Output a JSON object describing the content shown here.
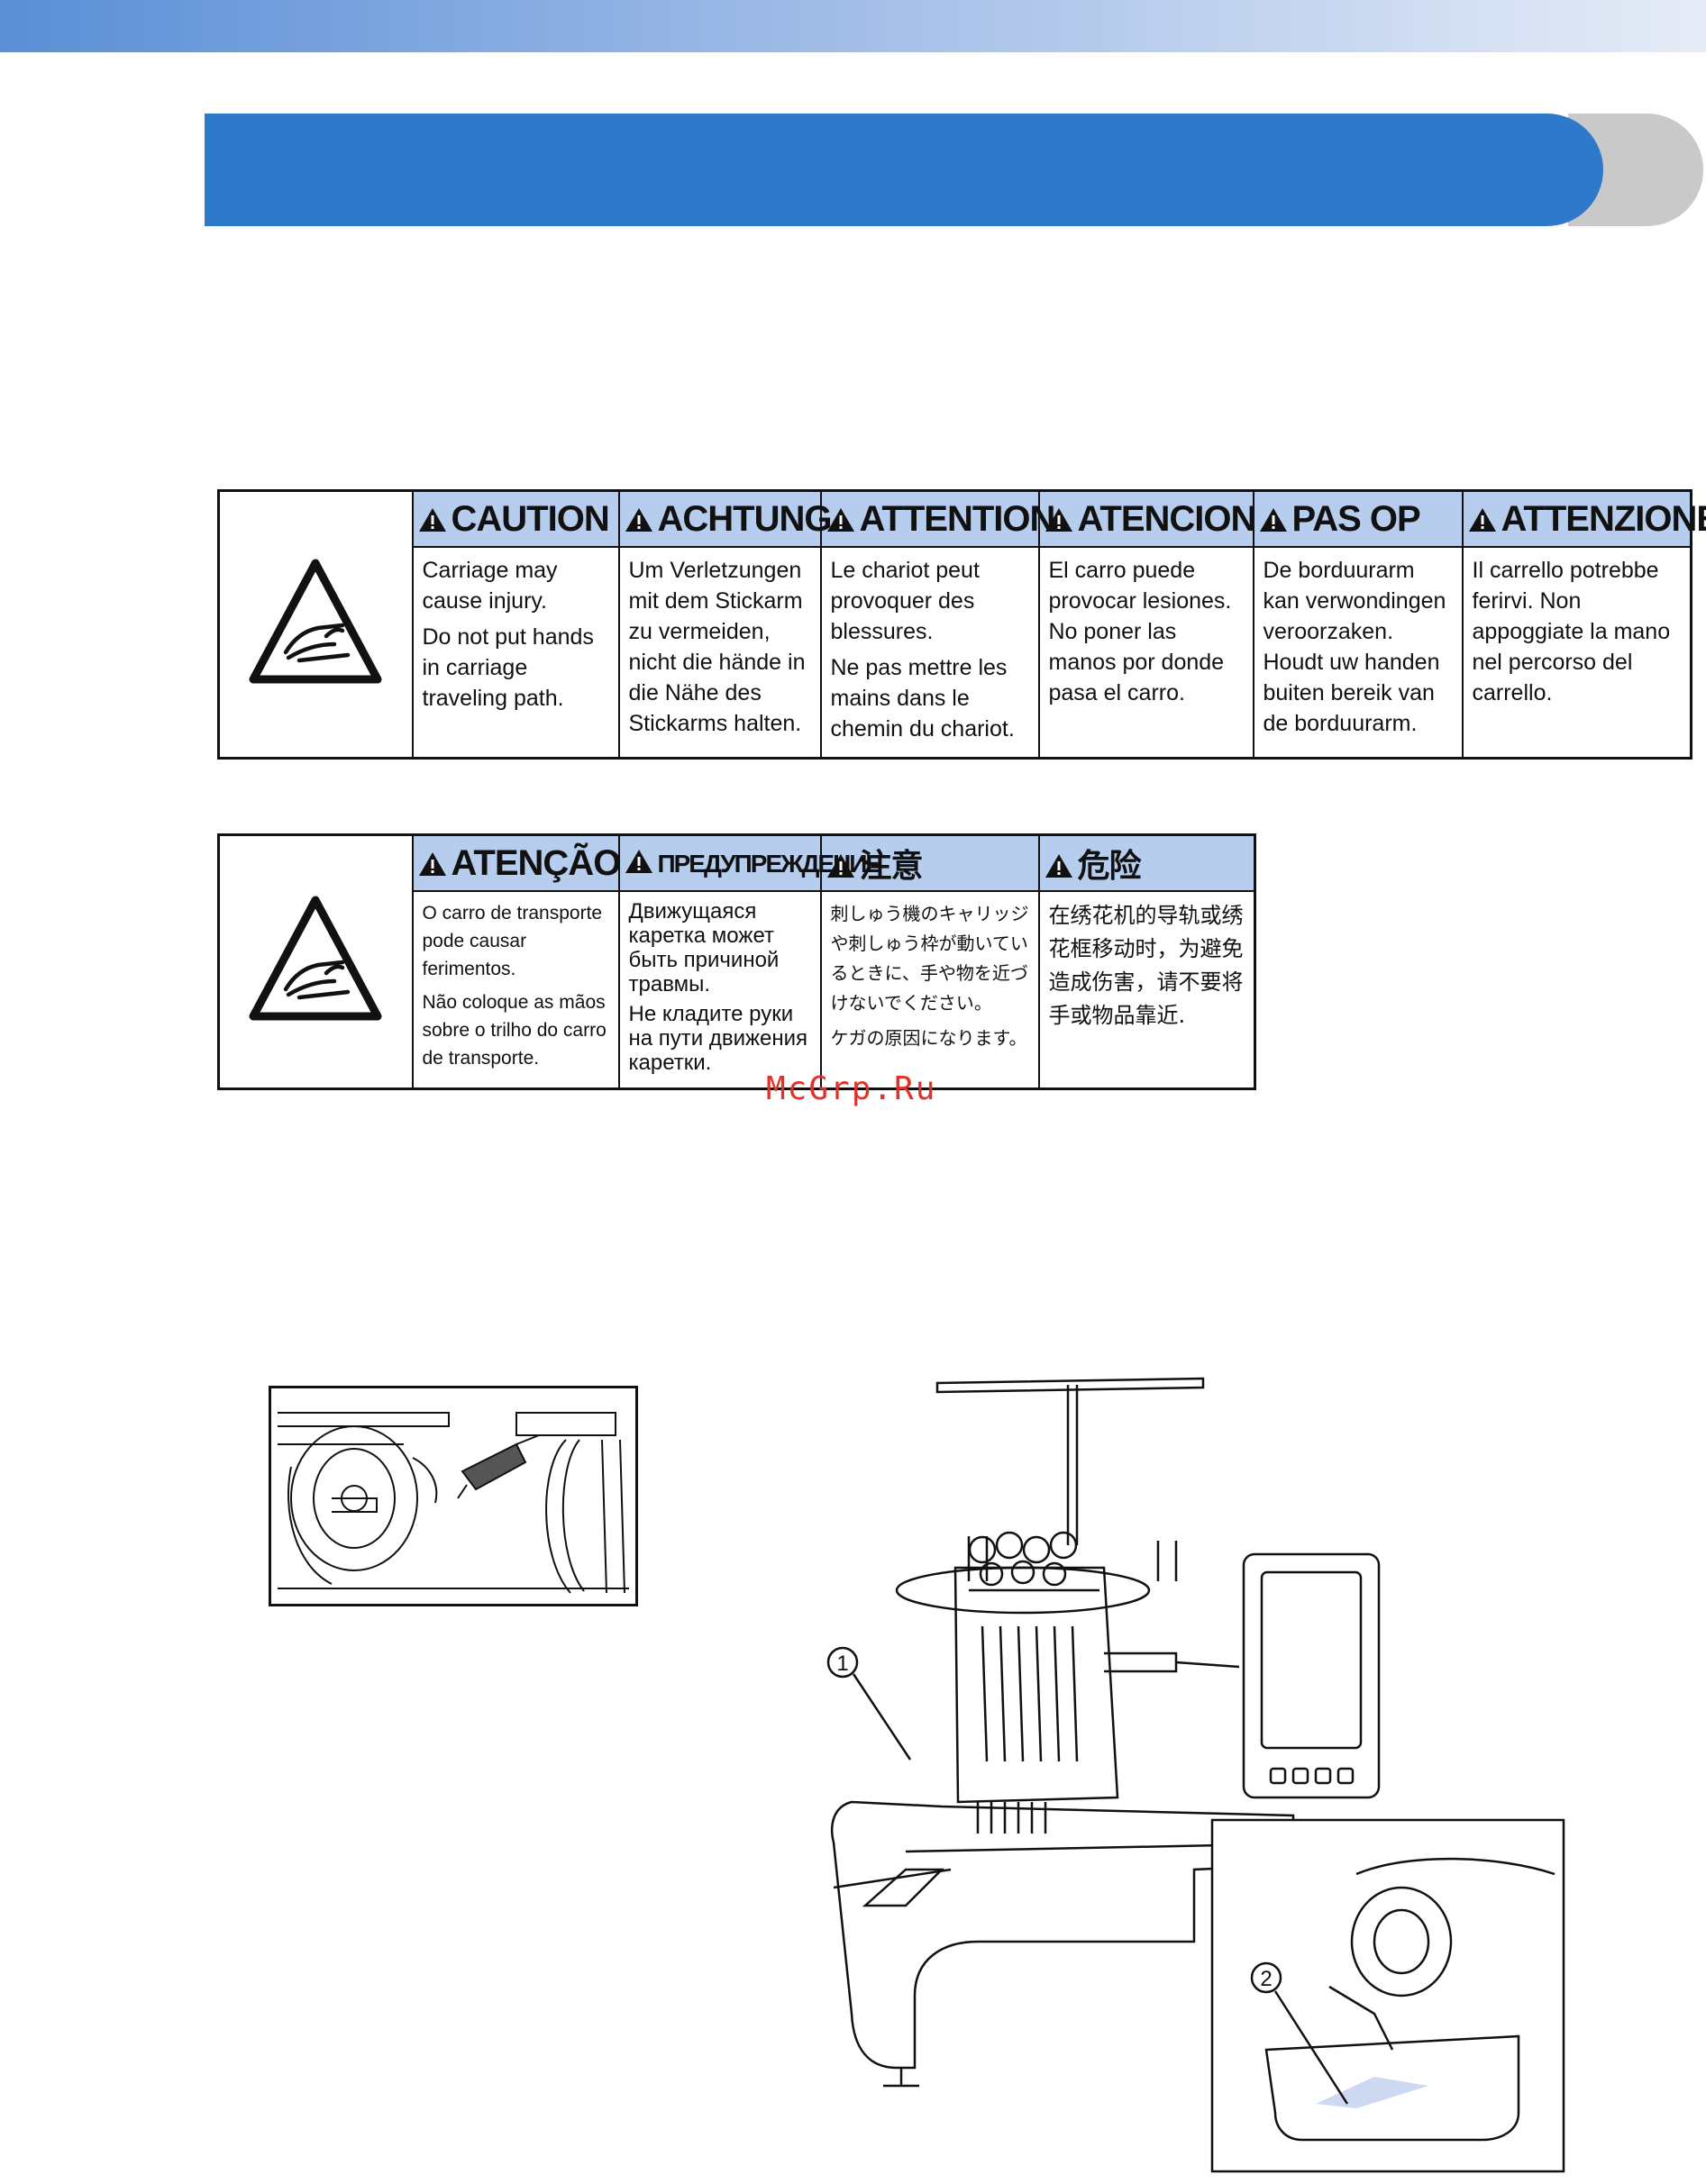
{
  "watermark": "McGrp.Ru",
  "label1": {
    "columns": [
      {
        "head": "CAUTION",
        "lines": [
          "Carriage may cause injury.",
          "Do not put hands in carriage traveling path."
        ]
      },
      {
        "head": "ACHTUNG",
        "lines": [
          "Um Verletzungen mit dem Stickarm zu vermeiden, nicht die hände in die Nähe des Stickarms halten."
        ]
      },
      {
        "head": "ATTENTION",
        "lines": [
          "Le chariot peut provoquer des blessures.",
          "Ne pas mettre les mains dans le chemin du chariot."
        ]
      },
      {
        "head": "ATENCION",
        "lines": [
          "El carro puede provocar lesiones. No poner las manos por donde pasa el carro."
        ]
      },
      {
        "head": "PAS OP",
        "lines": [
          "De borduurarm kan verwondingen veroorzaken. Houdt uw handen buiten bereik van de borduurarm."
        ]
      },
      {
        "head": "ATTENZIONE",
        "lines": [
          "Il carrello potrebbe ferirvi. Non appoggiate la mano nel percorso del carrello."
        ]
      }
    ]
  },
  "label2": {
    "columns": [
      {
        "head": "ATENÇÃO",
        "lines": [
          "O carro de transporte pode causar ferimentos.",
          "Não coloque as mãos sobre o trilho do carro de transporte."
        ]
      },
      {
        "head": "ПРЕДУПРЕЖДЕНИЕ",
        "lines": [
          "Движущаяся каретка может быть причиной травмы.",
          "Не кладите руки на пути движения каретки."
        ]
      },
      {
        "head": "注意",
        "lines": [
          "刺しゅう機のキャリッジや刺しゅう枠が動いているときに、手や物を近づけないでください。",
          "ケガの原因になります。"
        ]
      },
      {
        "head": "危险",
        "lines": [
          "在绣花机的导轨或绣花框移动时，为避免造成伤害，请不要将手或物品靠近."
        ]
      }
    ]
  },
  "callouts": {
    "one": "1",
    "two": "2"
  }
}
